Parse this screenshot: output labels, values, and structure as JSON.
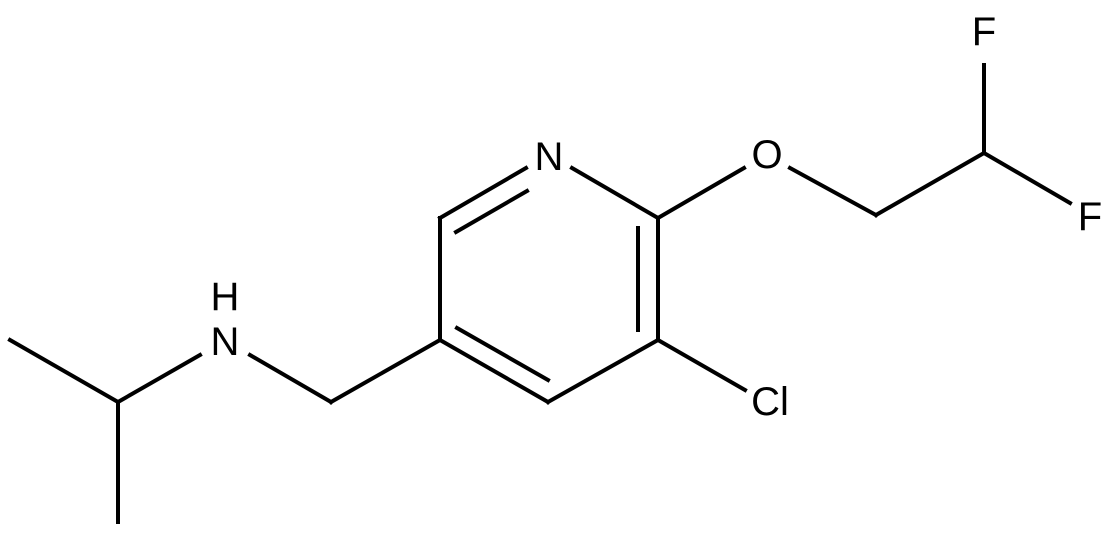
{
  "molecule": {
    "atoms": {
      "n_ring": "N",
      "o_ether": "O",
      "f_top": "F",
      "f_right": "F",
      "cl": "Cl",
      "nh_n": "N",
      "nh_h": "H"
    }
  },
  "colors": {
    "bond": "#000000",
    "label": "#000000",
    "background": "#ffffff"
  }
}
